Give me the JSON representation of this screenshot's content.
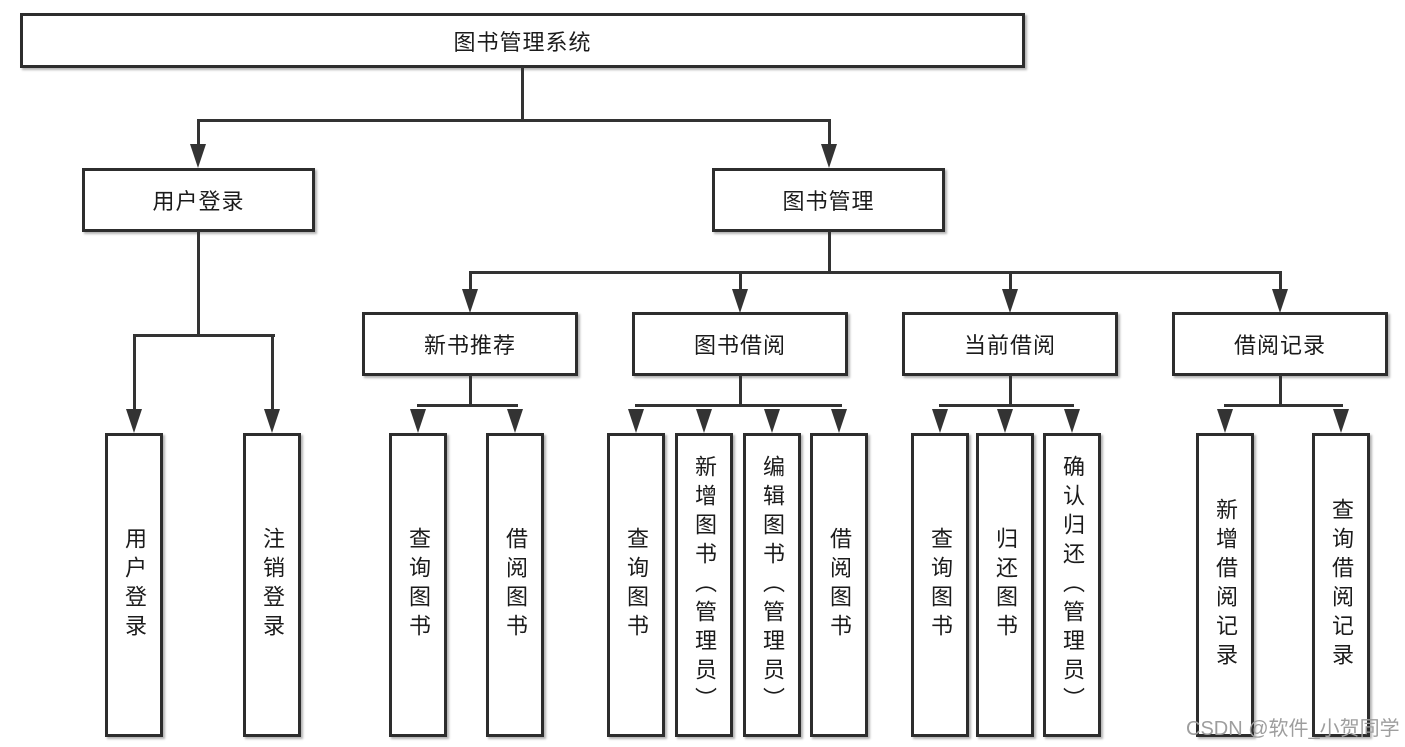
{
  "root": {
    "label": "图书管理系统"
  },
  "level2": {
    "user_login": {
      "label": "用户登录"
    },
    "book_mgmt": {
      "label": "图书管理"
    }
  },
  "level3": {
    "new_books": {
      "label": "新书推荐"
    },
    "borrow": {
      "label": "图书借阅"
    },
    "current": {
      "label": "当前借阅"
    },
    "records": {
      "label": "借阅记录"
    }
  },
  "leaves": {
    "user_login": {
      "label": "用户登录"
    },
    "logout": {
      "label": "注销登录"
    },
    "nb_query": {
      "label": "查询图书"
    },
    "nb_borrow": {
      "label": "借阅图书"
    },
    "bb_query": {
      "label": "查询图书"
    },
    "bb_add": {
      "label": "新增图书（管理员）"
    },
    "bb_edit": {
      "label": "编辑图书（管理员）"
    },
    "bb_borrow": {
      "label": "借阅图书"
    },
    "cb_query": {
      "label": "查询图书"
    },
    "cb_return": {
      "label": "归还图书"
    },
    "cb_confirm": {
      "label": "确认归还（管理员）"
    },
    "br_add": {
      "label": "新增借阅记录"
    },
    "br_query": {
      "label": "查询借阅记录"
    }
  },
  "watermark": {
    "text": "CSDN @软件_小贺同学"
  },
  "colors": {
    "line": "#333333",
    "border": "#2d2d2d",
    "text": "#1b1b1b",
    "background": "#ffffff",
    "watermark": "#9e9e9e"
  }
}
